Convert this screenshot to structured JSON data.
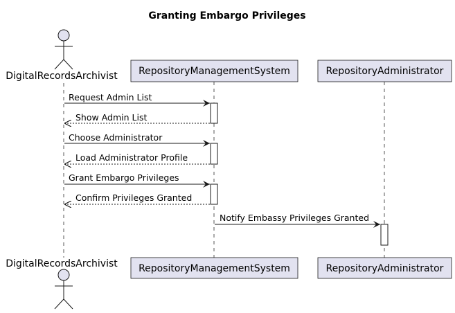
{
  "diagram": {
    "title": "Granting Embargo Privileges",
    "colors": {
      "participant_fill": "#E2E2F0",
      "stroke": "#181818",
      "lifeline": "#555555",
      "activation_fill": "#ffffff"
    },
    "actor": {
      "name": "DigitalRecordsArchivist"
    },
    "participants": [
      {
        "name": "RepositoryManagementSystem"
      },
      {
        "name": "RepositoryAdministrator"
      }
    ],
    "messages": [
      {
        "from": "DigitalRecordsArchivist",
        "to": "RepositoryManagementSystem",
        "label": "Request Admin List",
        "style": "solid"
      },
      {
        "from": "RepositoryManagementSystem",
        "to": "DigitalRecordsArchivist",
        "label": "Show Admin List",
        "style": "dashed"
      },
      {
        "from": "DigitalRecordsArchivist",
        "to": "RepositoryManagementSystem",
        "label": "Choose Administrator",
        "style": "solid"
      },
      {
        "from": "RepositoryManagementSystem",
        "to": "DigitalRecordsArchivist",
        "label": "Load Administrator Profile",
        "style": "dashed"
      },
      {
        "from": "DigitalRecordsArchivist",
        "to": "RepositoryManagementSystem",
        "label": "Grant Embargo Privileges",
        "style": "solid"
      },
      {
        "from": "RepositoryManagementSystem",
        "to": "DigitalRecordsArchivist",
        "label": "Confirm Privileges Granted",
        "style": "dashed"
      },
      {
        "from": "RepositoryManagementSystem",
        "to": "RepositoryAdministrator",
        "label": "Notify Embassy Privileges Granted",
        "style": "solid"
      }
    ]
  }
}
